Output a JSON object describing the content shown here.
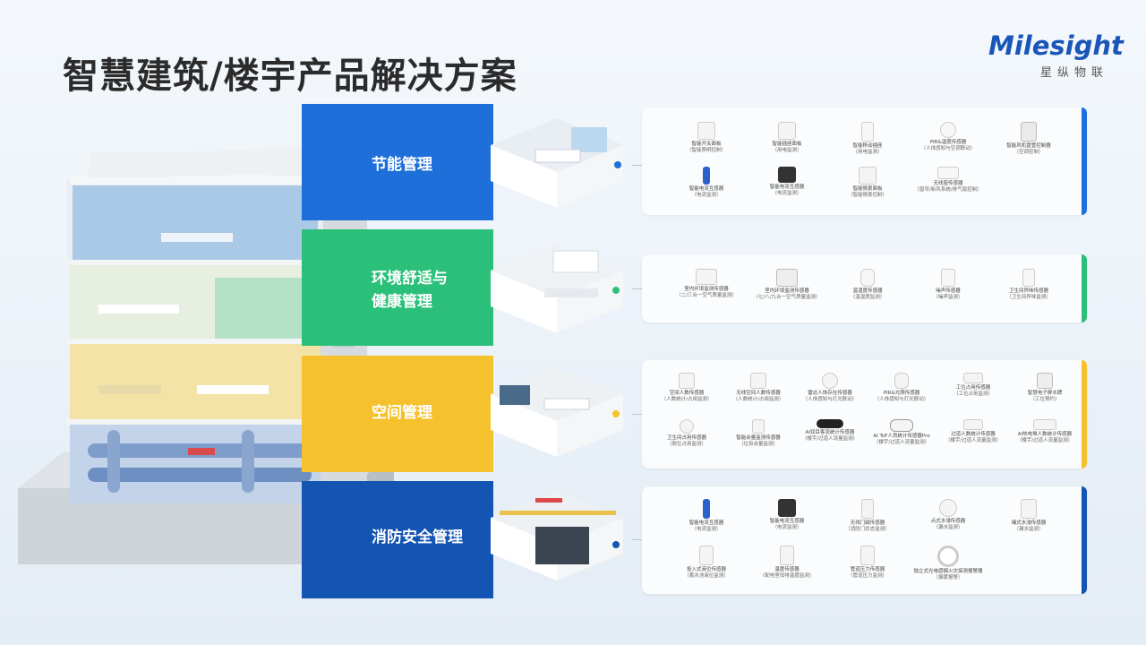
{
  "title": "智慧建筑/楼宇产品解决方案",
  "logo": {
    "brand": "Milesight",
    "subtitle": "星纵物联"
  },
  "categories": [
    {
      "label": "节能管理"
    },
    {
      "label_line1": "环境舒适与",
      "label_line2": "健康管理"
    },
    {
      "label": "空间管理"
    },
    {
      "label": "消防安全管理"
    }
  ],
  "panels": {
    "energy": [
      {
        "name": "智能开关面板",
        "use": "（智能照明控制）"
      },
      {
        "name": "智能插座面板",
        "use": "（用电监测）"
      },
      {
        "name": "智能移动插座",
        "use": "（用电监测）"
      },
      {
        "name": "PIR&温度传感器",
        "use": "（人体感知与空调联动）"
      },
      {
        "name": "智能风机盘管控制器",
        "use": "（空调控制）"
      },
      {
        "name": "智能电流互感器",
        "use": "（电流监测）"
      },
      {
        "name": "智能电流互感器",
        "use": "（电流监测）"
      },
      {
        "name": "智能情景面板",
        "use": "（智能情景控制）"
      },
      {
        "name": "无线窗传感器",
        "use": "（窗帘/新风系统/排气扇控制）"
      }
    ],
    "environment": [
      {
        "name": "室内环境监测传感器",
        "use": "（二/三合一空气质量监测）"
      },
      {
        "name": "室内环境监测传感器",
        "use": "（七/八/九合一空气质量监测）"
      },
      {
        "name": "温湿度传感器",
        "use": "（温湿度监测）"
      },
      {
        "name": "噪声传感器",
        "use": "（噪声监测）"
      },
      {
        "name": "卫生间异味传感器",
        "use": "（卫生间异味监测）"
      }
    ],
    "space": [
      {
        "name": "空间人数传感器",
        "use": "（人数统计/占用监测）"
      },
      {
        "name": "无线空间人数传感器",
        "use": "（人数统计/占用监测）"
      },
      {
        "name": "雷达人体存在传感器",
        "use": "（人体感知与灯光联动）"
      },
      {
        "name": "PIR&光照传感器",
        "use": "（人体感知与灯光联动）"
      },
      {
        "name": "工位占用传感器",
        "use": "（工位占用监测）"
      },
      {
        "name": "智慧电子屏水牌",
        "use": "（工位预约）"
      },
      {
        "name": "卫生间占用传感器",
        "use": "（厕位占用监测）"
      },
      {
        "name": "智能余量监测传感器",
        "use": "（垃圾余量监测）"
      },
      {
        "name": "AI双目客流统计传感器",
        "use": "（楼宇/过道人流量监测）"
      },
      {
        "name": "AI ToF人员统计传感器Pro",
        "use": "（楼宇/过道人流量监测）"
      },
      {
        "name": "过道人数统计传感器",
        "use": "（楼宇/过道人流量监测）"
      },
      {
        "name": "AI热电堆人数统计传感器",
        "use": "（楼宇/过道人流量监测）"
      }
    ],
    "fire": [
      {
        "name": "智能电流互感器",
        "use": "（电流监测）"
      },
      {
        "name": "智能电流互感器",
        "use": "（电流监测）"
      },
      {
        "name": "无线门磁传感器",
        "use": "（消防门状态监测）"
      },
      {
        "name": "点式水浸传感器",
        "use": "（漏水监测）"
      },
      {
        "name": "绳式水浸传感器",
        "use": "（漏水监测）"
      },
      {
        "name": "投入式液位传感器",
        "use": "（蓄水池液位监测）"
      },
      {
        "name": "温度传感器",
        "use": "（配电室母排温度监测）"
      },
      {
        "name": "管道压力传感器",
        "use": "（管道压力监测）"
      },
      {
        "name": "独立式光电感烟火灾探测报警器",
        "use": "（烟雾报警）"
      }
    ]
  },
  "colors": {
    "energy": "#1e6fd9",
    "environment": "#2bc07a",
    "space": "#f5c12c",
    "fire": "#1454b3"
  }
}
